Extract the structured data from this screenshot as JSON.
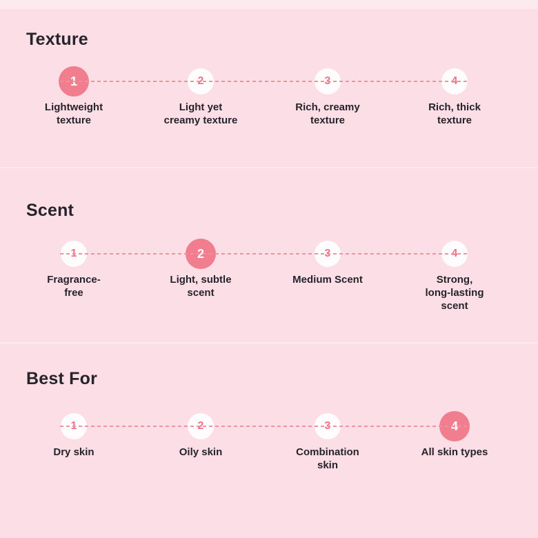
{
  "colors": {
    "background": "#fcdfe6",
    "band": "#fdeaef",
    "accent": "#f07e8f",
    "circle_bg": "#fffcfd",
    "number_pink": "#ef7288",
    "dash": "#f0919f",
    "text_dark": "#26232b"
  },
  "sections": [
    {
      "title": "Texture",
      "active_step": 1,
      "steps": [
        {
          "number": "1",
          "label": "Lightweight\ntexture"
        },
        {
          "number": "2",
          "label": "Light yet\ncreamy texture"
        },
        {
          "number": "3",
          "label": "Rich, creamy\ntexture"
        },
        {
          "number": "4",
          "label": "Rich, thick\ntexture"
        }
      ]
    },
    {
      "title": "Scent",
      "active_step": 2,
      "steps": [
        {
          "number": "1",
          "label": "Fragrance-\nfree"
        },
        {
          "number": "2",
          "label": "Light, subtle\nscent"
        },
        {
          "number": "3",
          "label": "Medium Scent"
        },
        {
          "number": "4",
          "label": "Strong,\nlong-lasting\nscent"
        }
      ]
    },
    {
      "title": "Best For",
      "active_step": 4,
      "steps": [
        {
          "number": "1",
          "label": "Dry skin"
        },
        {
          "number": "2",
          "label": "Oily skin"
        },
        {
          "number": "3",
          "label": "Combination\nskin"
        },
        {
          "number": "4",
          "label": "All skin types"
        }
      ]
    }
  ]
}
